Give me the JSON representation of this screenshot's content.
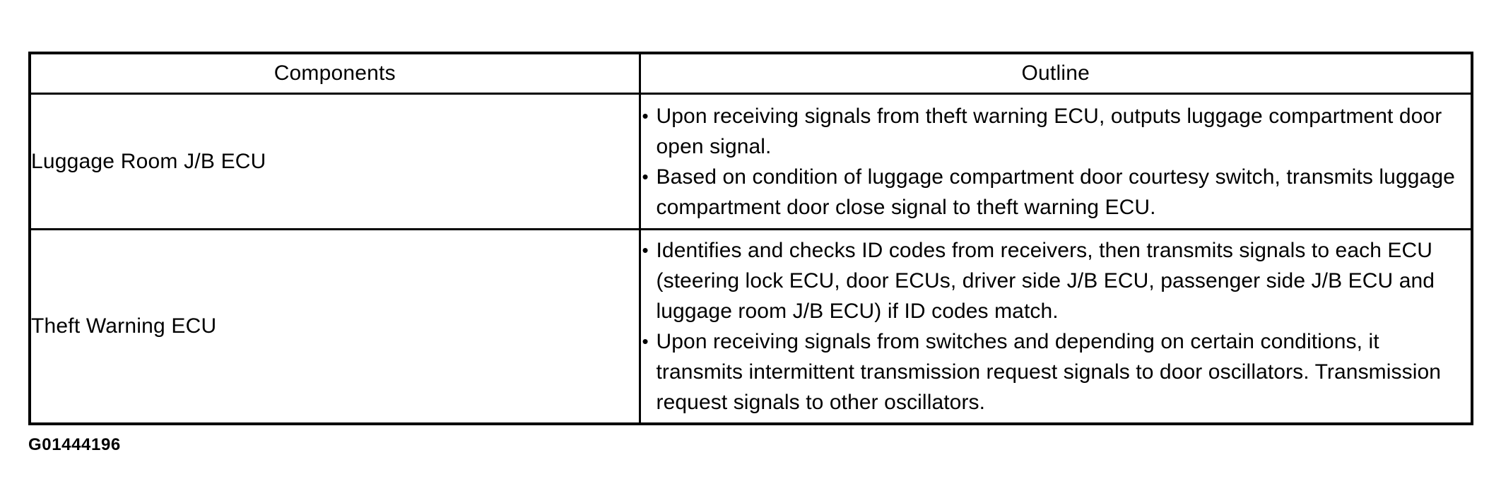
{
  "document": {
    "figure_caption": "G01444196"
  },
  "table": {
    "columns": [
      {
        "key": "components",
        "header": "Components"
      },
      {
        "key": "outline",
        "header": "Outline"
      }
    ],
    "rows": [
      {
        "component": "Luggage Room J/B ECU",
        "outline_bullets": [
          "Upon receiving signals from theft warning ECU, outputs luggage compartment door open signal.",
          "Based on condition of luggage compartment door courtesy switch, transmits luggage compartment door close signal to theft warning ECU."
        ]
      },
      {
        "component": "Theft Warning ECU",
        "outline_bullets": [
          "Identifies and checks ID codes from receivers, then transmits signals to each ECU (steering lock ECU, door ECUs, driver side J/B ECU, passenger side J/B ECU and luggage room J/B ECU) if ID codes match.",
          "Upon receiving signals from switches and depending on certain conditions, it transmits intermittent transmission request signals to door oscillators. Transmission request signals to other oscillators."
        ]
      }
    ],
    "bullet_glyph": "•"
  },
  "colors": {
    "border": "#000000",
    "text": "#000000",
    "background": "#ffffff"
  }
}
